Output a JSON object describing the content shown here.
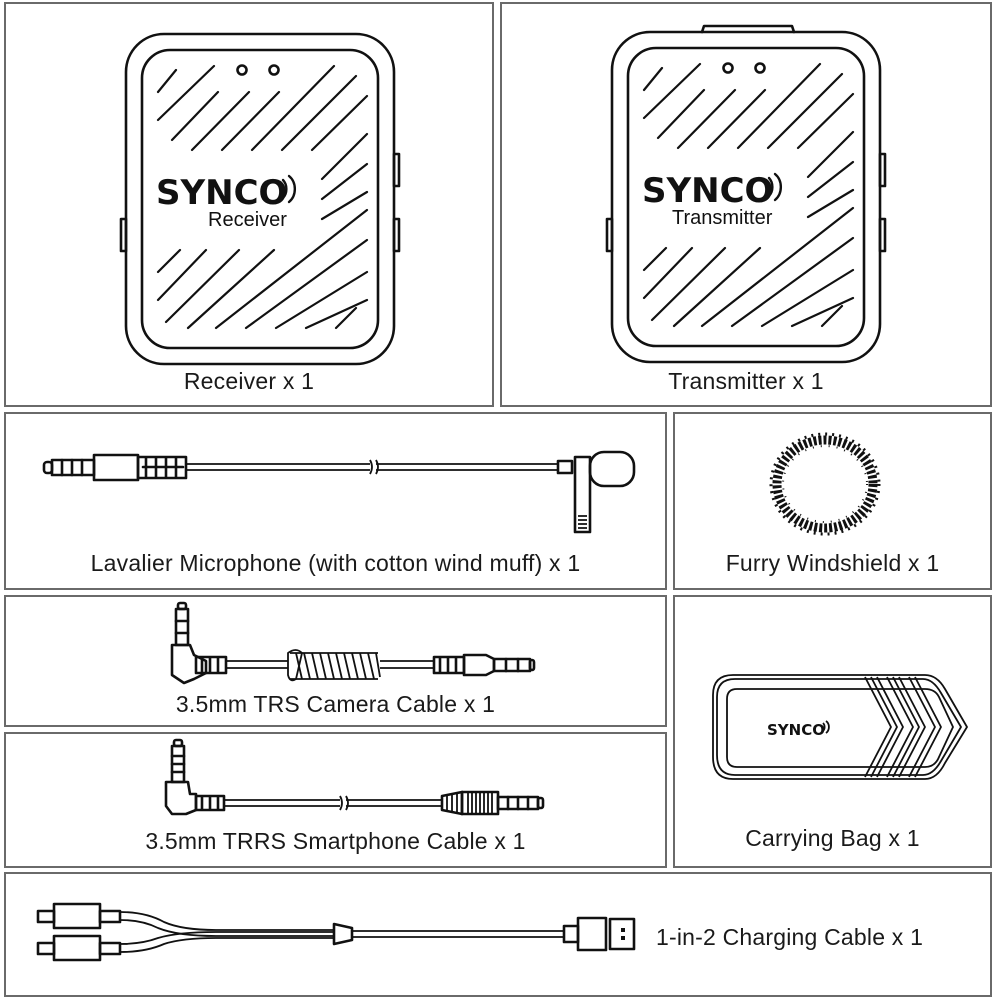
{
  "brand": "SYNCO",
  "items": {
    "receiver": {
      "device_label": "Receiver",
      "caption": "Receiver x 1",
      "icon": "receiver-device"
    },
    "transmitter": {
      "device_label": "Transmitter",
      "caption": "Transmitter x 1",
      "icon": "transmitter-device"
    },
    "lavalier": {
      "caption": "Lavalier Microphone (with cotton wind muff) x 1",
      "icon": "lavalier-microphone"
    },
    "windshield": {
      "caption": "Furry Windshield x 1",
      "icon": "furry-windshield"
    },
    "trs_cable": {
      "caption": "3.5mm TRS Camera Cable x 1",
      "icon": "trs-coiled-cable"
    },
    "trrs_cable": {
      "caption": "3.5mm TRRS Smartphone Cable x 1",
      "icon": "trrs-cable"
    },
    "bag": {
      "caption": "Carrying Bag x 1",
      "icon": "carrying-bag",
      "logo": "SYNCO"
    },
    "charging_cable": {
      "caption": "1-in-2 Charging Cable x 1",
      "icon": "usb-splitter-cable"
    }
  },
  "colors": {
    "line": "#111111",
    "border": "#6a6a6a",
    "background": "#ffffff"
  }
}
